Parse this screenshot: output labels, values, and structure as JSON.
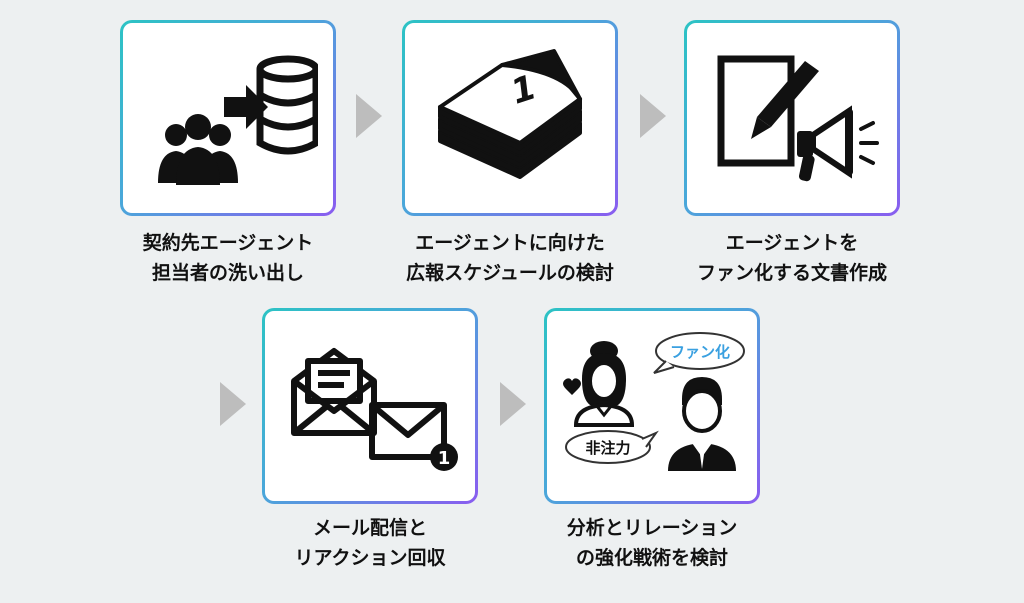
{
  "steps": [
    {
      "line1": "契約先エージェント",
      "line2": "担当者の洗い出し",
      "icon": "people-database-icon"
    },
    {
      "line1": "エージェントに向けた",
      "line2": "広報スケジュールの検討",
      "icon": "calendar-icon"
    },
    {
      "line1": "エージェントを",
      "line2": "ファン化する文書作成",
      "icon": "document-megaphone-icon"
    },
    {
      "line1": "メール配信と",
      "line2": "リアクション回収",
      "icon": "mail-icon"
    },
    {
      "line1": "分析とリレーション",
      "line2": "の強化戦術を検討",
      "icon": "relationship-icon"
    }
  ],
  "calendar_number": "1",
  "mail_badge": "1",
  "bubbles": {
    "fan": "ファン化",
    "non_attention": "非注力"
  },
  "colors": {
    "border_start": "#2cc3c4",
    "border_end": "#8a5cf0",
    "arrow": "#bdbdbd",
    "fan_text": "#3aa0e0"
  }
}
